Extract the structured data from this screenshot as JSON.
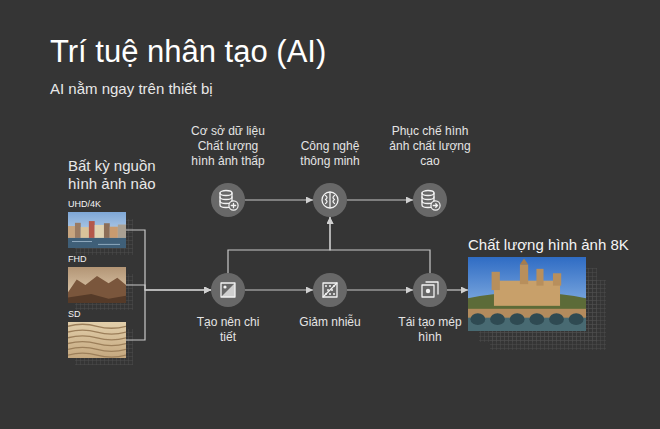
{
  "diagram": {
    "title": "Trí tuệ nhân tạo (AI)",
    "nodes": [
      {
        "text": [
          "Cơ sở dữ liệu Chất lượng hình ảnh thấp"
        ]
      },
      {
        "text": [
          "Công nghệ thông minh"
        ]
      },
      {
        "text": [
          "Phục chế hình ảnh chất lượng cao"
        ]
      },
      {
        "text": [
          "UHD/4K"
        ]
      },
      {
        "text": [
          "FHD"
        ]
      },
      {
        "text": [
          "SD"
        ]
      },
      {
        "text": [
          "Tạo nên chi tiết"
        ]
      },
      {
        "text": [
          "Giảm nhiễu"
        ]
      },
      {
        "text": [
          "Tái tạo mép hình"
        ]
      },
      {
        "text": [
          "Chất lượng hình ảnh 8K"
        ]
      }
    ],
    "edges": [
      {
        "from": 0,
        "to": 1,
        "arrow": "to"
      },
      {
        "from": 1,
        "to": 2,
        "arrow": "to"
      },
      {
        "from": 3,
        "to": 6,
        "arrow": "to"
      },
      {
        "from": 4,
        "to": 6,
        "arrow": "to"
      },
      {
        "from": 5,
        "to": 6,
        "arrow": "to"
      },
      {
        "from": 6,
        "to": 7,
        "arrow": "to"
      },
      {
        "from": 7,
        "to": 8,
        "arrow": "to"
      },
      {
        "from": 8,
        "to": 9,
        "arrow": "to"
      },
      {
        "from": 6,
        "to": 1,
        "arrow": "to"
      },
      {
        "from": 8,
        "to": 1,
        "arrow": "to"
      }
    ],
    "labels": [
      "AI nằm ngay trên thiết bị",
      "Bất kỳ nguồn hình ảnh nào"
    ]
  }
}
